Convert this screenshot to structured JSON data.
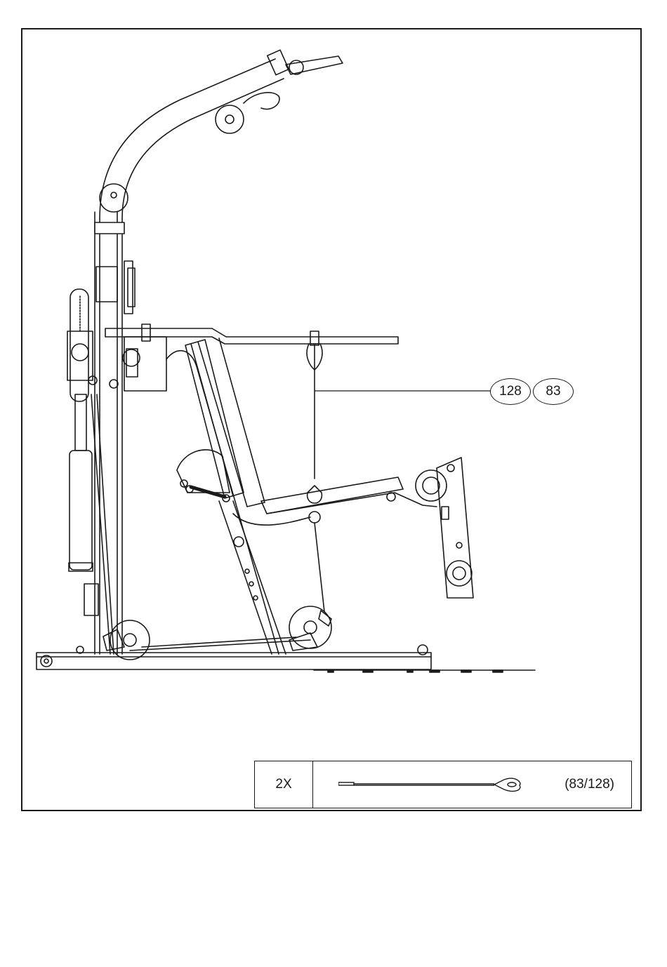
{
  "callouts": [
    "128",
    "83"
  ],
  "parts_table": {
    "quantity": "2X",
    "item_icon": "cable-with-loop-end-icon",
    "label": "(83/128)"
  }
}
